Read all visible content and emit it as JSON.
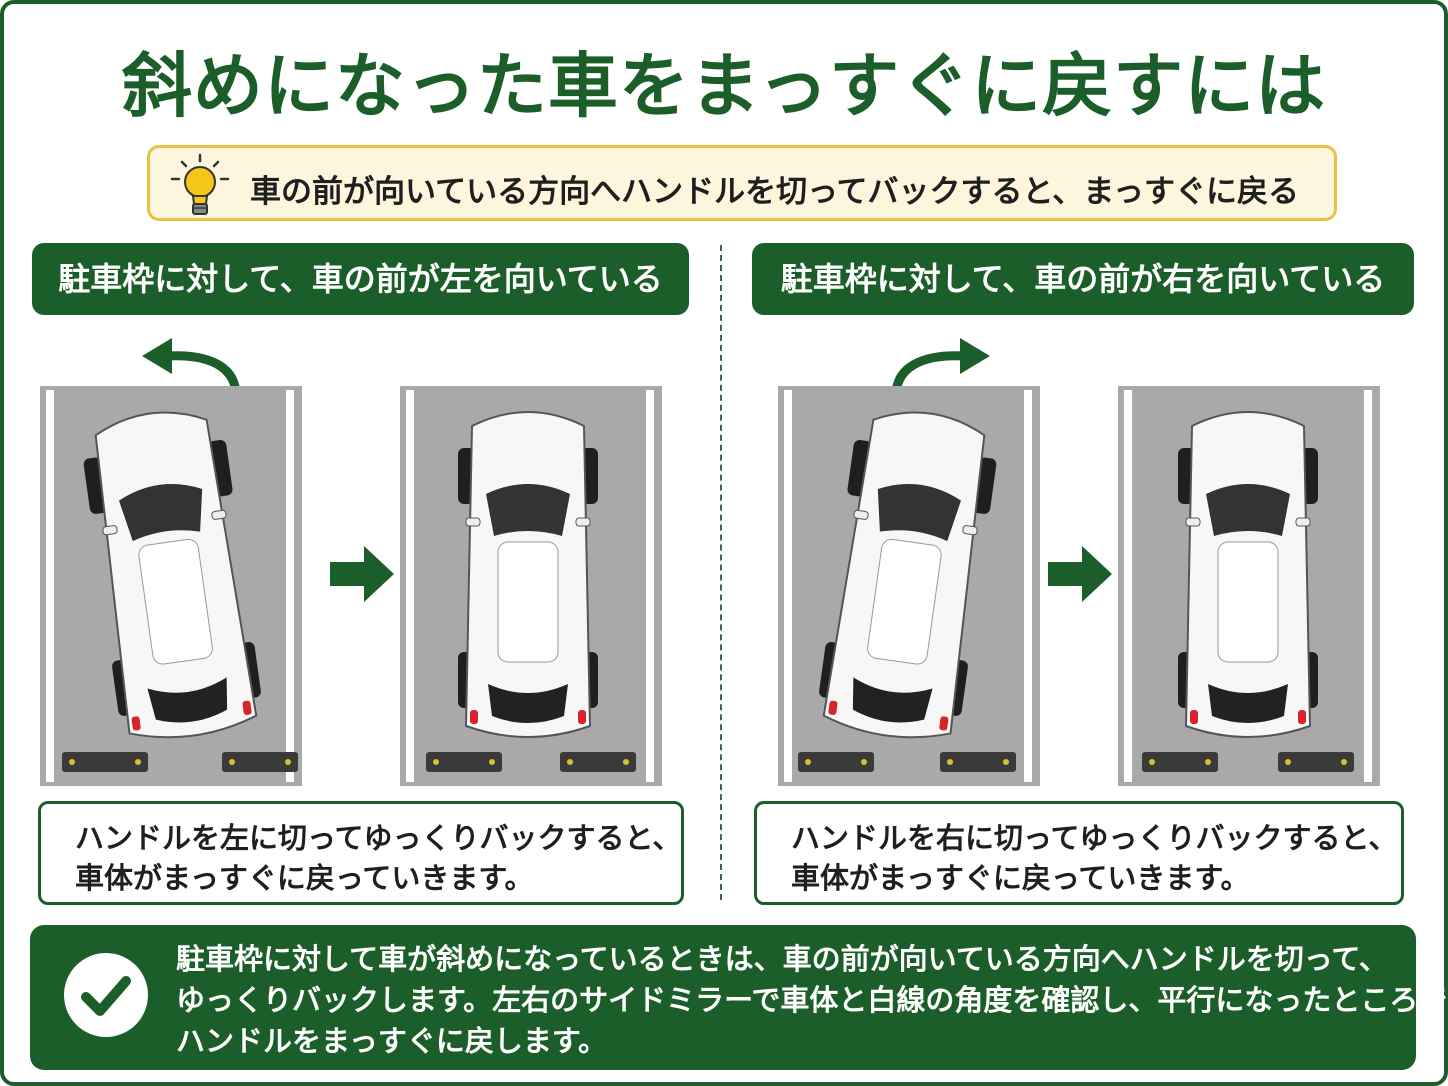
{
  "title": "斜めになった車をまっすぐに戻すには",
  "tip": {
    "icon": "lightbulb-icon",
    "text": "車の前が向いている方向へハンドルを切ってバックすると、まっすぐに戻る"
  },
  "sections": [
    {
      "heading": "駐車枠に対して、車の前が左を向いている",
      "turn_direction": "left",
      "caption_line1": "ハンドルを左に切ってゆっくりバックすると、",
      "caption_line2": "車体がまっすぐに戻っていきます。"
    },
    {
      "heading": "駐車枠に対して、車の前が右を向いている",
      "turn_direction": "right",
      "caption_line1": "ハンドルを右に切ってゆっくりバックすると、",
      "caption_line2": "車体がまっすぐに戻っていきます。"
    }
  ],
  "summary": {
    "icon": "check-icon",
    "line1": "駐車枠に対して車が斜めになっているときは、車の前が向いている方向へハンドルを切って、",
    "line2": "ゆっくりバックします。左右のサイドミラーで車体と白線の角度を確認し、平行になったところで",
    "line3": "ハンドルをまっすぐに戻します。"
  },
  "colors": {
    "brand_green": "#1b5e2a",
    "tip_bg": "#fdf6dc",
    "tip_border": "#e6c24a",
    "asphalt": "#a9a9a9"
  }
}
